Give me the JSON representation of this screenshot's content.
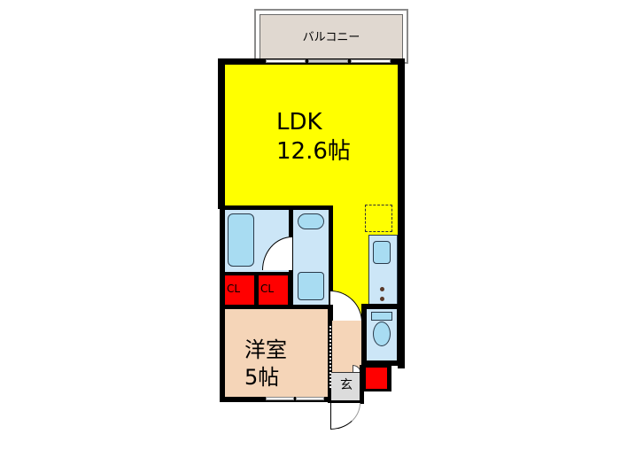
{
  "floorplan": {
    "balcony": {
      "label": "バルコニー",
      "color": "#e0d8d0"
    },
    "ldk": {
      "label": "LDK",
      "size": "12.6帖",
      "color": "#ffff00"
    },
    "western_room": {
      "label": "洋室",
      "size": "5帖",
      "color": "#f5d5b8"
    },
    "closets": [
      {
        "label": "CL"
      },
      {
        "label": "CL"
      }
    ],
    "entrance": {
      "label": "玄",
      "color": "#dcdcdc"
    },
    "wet_area_color": "#cce6f7",
    "closet_color": "#ff0000"
  }
}
